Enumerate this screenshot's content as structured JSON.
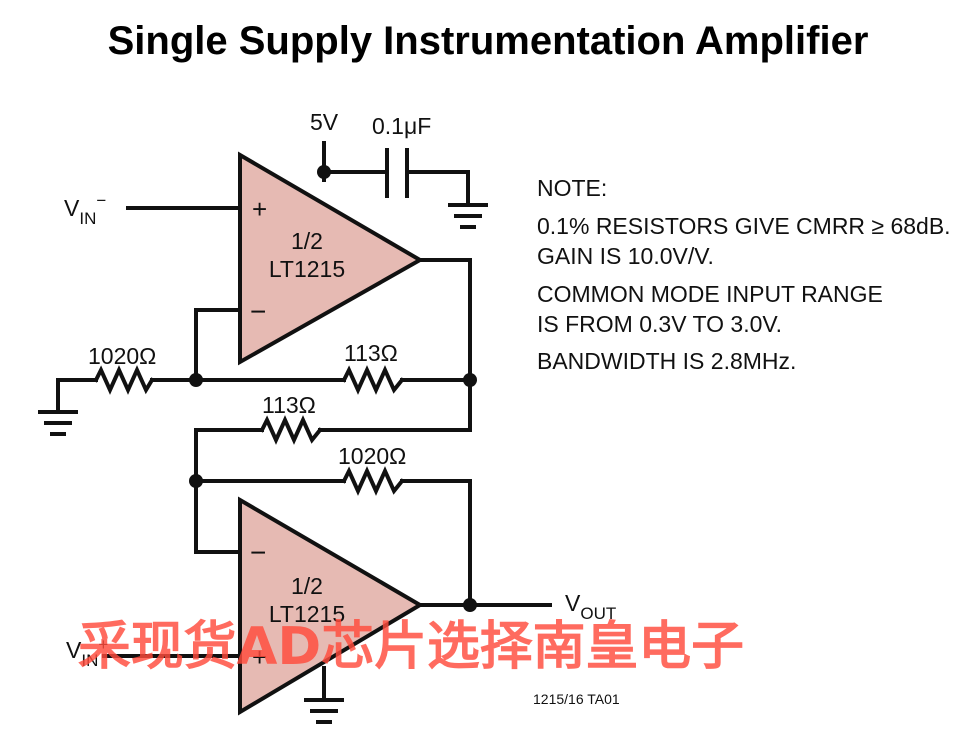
{
  "title": "Single Supply Instrumentation Amplifier",
  "supply": {
    "voltage": "5V",
    "capacitor": "0.1μF"
  },
  "opamp_top": {
    "fraction": "1/2",
    "part": "LT1215",
    "plus": "+",
    "minus": "−"
  },
  "opamp_bottom": {
    "fraction": "1/2",
    "part": "LT1215",
    "plus": "+",
    "minus": "−"
  },
  "resistors": {
    "r_left": "1020Ω",
    "r_top_feedback": "113Ω",
    "r_middle": "113Ω",
    "r_bottom_feedback": "1020Ω"
  },
  "inputs": {
    "vin_minus": {
      "main": "V",
      "sub": "IN",
      "sup": "−"
    },
    "vin_plus": {
      "main": "V",
      "sub": "IN",
      "sup": "+"
    }
  },
  "output": {
    "main": "V",
    "sub": "OUT"
  },
  "notes": {
    "heading": "NOTE:",
    "lines": [
      "0.1% RESISTORS GIVE CMRR ≥ 68dB.",
      "GAIN IS 10.0V/V.",
      "COMMON MODE INPUT RANGE",
      "IS FROM 0.3V TO 3.0V.",
      "BANDWIDTH IS 2.8MHz."
    ]
  },
  "figure_code": "1215/16 TA01",
  "watermark": "采现货AD芯片选择南皇电子"
}
